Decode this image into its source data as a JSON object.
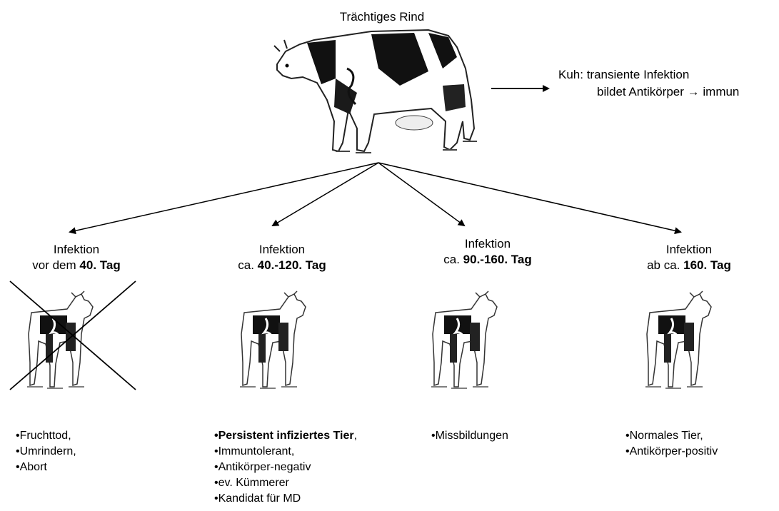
{
  "title": "Trächtiges Rind",
  "cow": {
    "line1": "Kuh: transiente Infektion",
    "line2_prefix": "bildet Antikörper",
    "line2_arrow": "→",
    "line2_suffix": "immun"
  },
  "stages": [
    {
      "line1": "Infektion",
      "line2_pre": "vor dem ",
      "line2_bold": "40. Tag",
      "line2_post": "",
      "outcome": [
        {
          "text": "•Fruchttod,"
        },
        {
          "text": "•Umrindern,"
        },
        {
          "text": "•Abort"
        }
      ]
    },
    {
      "line1": "Infektion",
      "line2_pre": "ca. ",
      "line2_bold": "40.-120. Tag",
      "line2_post": "",
      "outcome": [
        {
          "text": "•Persistent infiziertes Tier",
          "bold": true,
          "suffix": ","
        },
        {
          "text": "•Immuntolerant,"
        },
        {
          "text": "•Antikörper-negativ"
        },
        {
          "text": "•ev. Kümmerer"
        },
        {
          "text": "•Kandidat für MD"
        }
      ]
    },
    {
      "line1": "Infektion",
      "line2_pre": "ca. ",
      "line2_bold": "90.-160. Tag",
      "line2_post": "",
      "outcome": [
        {
          "text": "•Missbildungen"
        }
      ]
    },
    {
      "line1": "Infektion",
      "line2_pre": "ab ca. ",
      "line2_bold": "160. Tag",
      "line2_post": "",
      "outcome": [
        {
          "text": "•Normales Tier,"
        },
        {
          "text": "•Antikörper-positiv"
        }
      ]
    }
  ]
}
